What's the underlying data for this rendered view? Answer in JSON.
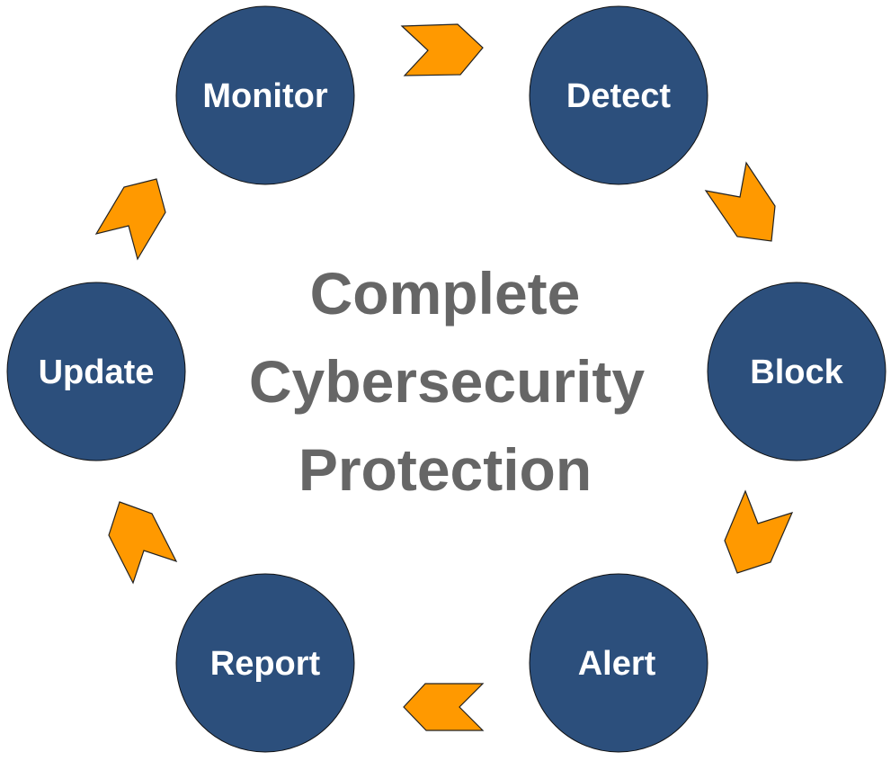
{
  "title_lines": [
    "Complete",
    "Cybersecurity",
    "Protection"
  ],
  "steps": [
    "Monitor",
    "Detect",
    "Block",
    "Alert",
    "Report",
    "Update"
  ],
  "colors": {
    "circle": "#2c4f7c",
    "arrow": "#ff9900",
    "title": "#666666",
    "label": "#ffffff"
  }
}
